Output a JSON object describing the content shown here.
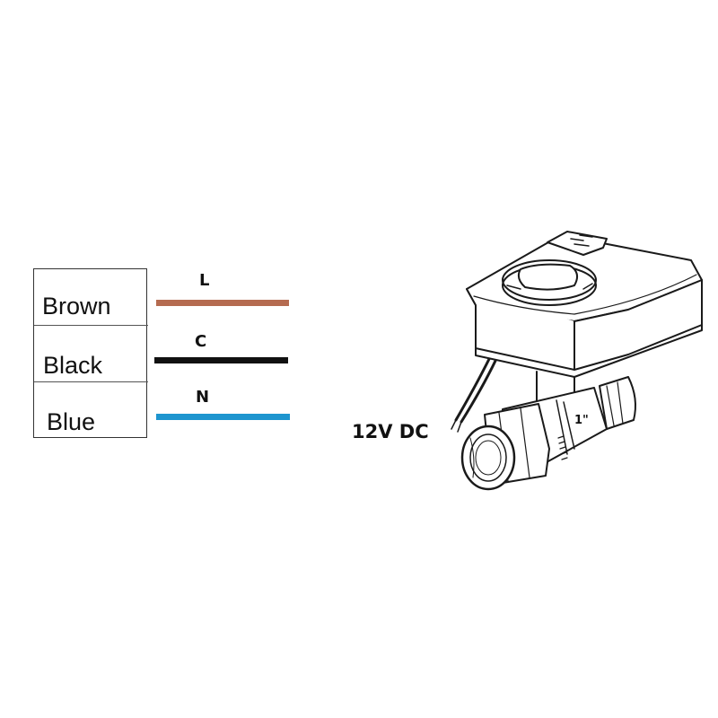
{
  "colors": {
    "brown": "#b56b50",
    "black": "#111111",
    "blue": "#1e95cf",
    "outline": "#1a1a1a"
  },
  "wires": [
    {
      "name": "Brown",
      "terminal": "L",
      "color": "#b56b50"
    },
    {
      "name": "Black",
      "terminal": "C",
      "color": "#111111"
    },
    {
      "name": "Blue",
      "terminal": "N",
      "color": "#1e95cf"
    }
  ],
  "valve": {
    "voltage_label": "12V DC",
    "size_label": "1\""
  }
}
